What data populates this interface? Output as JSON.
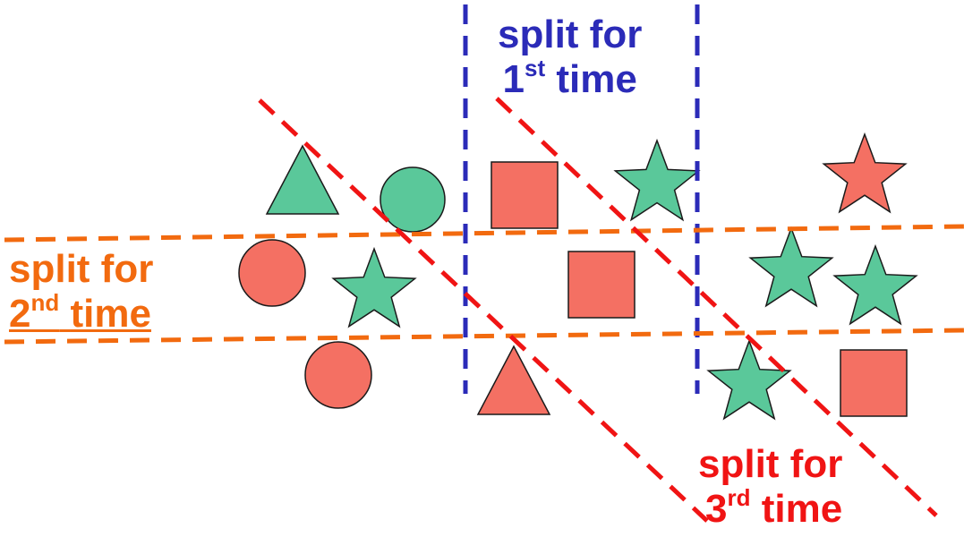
{
  "colors": {
    "split_1": "#2b2bb8",
    "split_2": "#f26a0f",
    "split_3": "#f01414",
    "shape_red": "#f47063",
    "shape_green": "#5ac89a",
    "outline": "#1a1a1a"
  },
  "labels": {
    "first": {
      "line1": "split for",
      "num": "1",
      "sup": "st",
      "word": "time"
    },
    "second": {
      "line1": "split for",
      "num": "2",
      "sup": "nd",
      "word": "time"
    },
    "third": {
      "line1": "split for",
      "num": "3",
      "sup": "rd",
      "word": "time"
    }
  },
  "shapes": [
    {
      "kind": "triangle",
      "color": "green"
    },
    {
      "kind": "circle",
      "color": "green"
    },
    {
      "kind": "circle",
      "color": "red"
    },
    {
      "kind": "star",
      "color": "green"
    },
    {
      "kind": "circle",
      "color": "red"
    },
    {
      "kind": "square",
      "color": "red"
    },
    {
      "kind": "star",
      "color": "green"
    },
    {
      "kind": "square",
      "color": "red"
    },
    {
      "kind": "triangle",
      "color": "red"
    },
    {
      "kind": "star",
      "color": "red"
    },
    {
      "kind": "star",
      "color": "green"
    },
    {
      "kind": "star",
      "color": "green"
    },
    {
      "kind": "star",
      "color": "green"
    },
    {
      "kind": "square",
      "color": "red"
    }
  ]
}
